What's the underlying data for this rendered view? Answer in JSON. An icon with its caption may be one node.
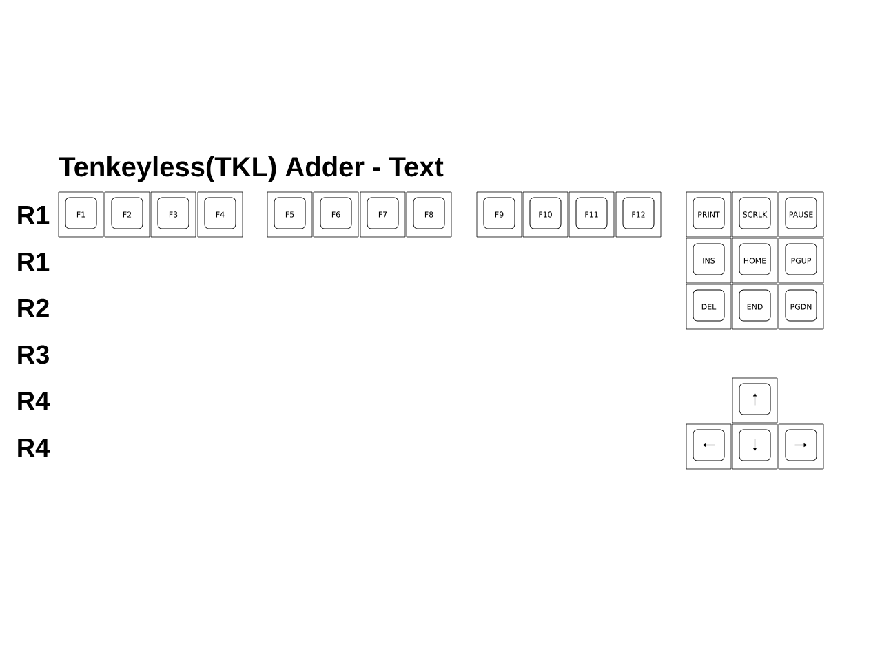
{
  "diagram": {
    "title": "Tenkeyless(TKL) Adder - Text",
    "nodes": [
      {
        "text": [
          "F1"
        ]
      },
      {
        "text": [
          "F2"
        ]
      },
      {
        "text": [
          "F3"
        ]
      },
      {
        "text": [
          "F4"
        ]
      },
      {
        "text": [
          "F5"
        ]
      },
      {
        "text": [
          "F6"
        ]
      },
      {
        "text": [
          "F7"
        ]
      },
      {
        "text": [
          "F8"
        ]
      },
      {
        "text": [
          "F9"
        ]
      },
      {
        "text": [
          "F10"
        ]
      },
      {
        "text": [
          "F11"
        ]
      },
      {
        "text": [
          "F12"
        ]
      },
      {
        "text": [
          "PRINT"
        ]
      },
      {
        "text": [
          "SCRLK"
        ]
      },
      {
        "text": [
          "PAUSE"
        ]
      },
      {
        "text": [
          "INS"
        ]
      },
      {
        "text": [
          "HOME"
        ]
      },
      {
        "text": [
          "PGUP"
        ]
      },
      {
        "text": [
          "DEL"
        ]
      },
      {
        "text": [
          "END"
        ]
      },
      {
        "text": [
          "PGDN"
        ]
      },
      {
        "text": [],
        "shape": "box"
      },
      {
        "text": [],
        "shape": "box"
      },
      {
        "text": [],
        "shape": "box"
      },
      {
        "text": [],
        "shape": "box"
      }
    ],
    "labels": [
      "R1",
      "R1",
      "R2",
      "R3",
      "R4",
      "R4"
    ]
  }
}
